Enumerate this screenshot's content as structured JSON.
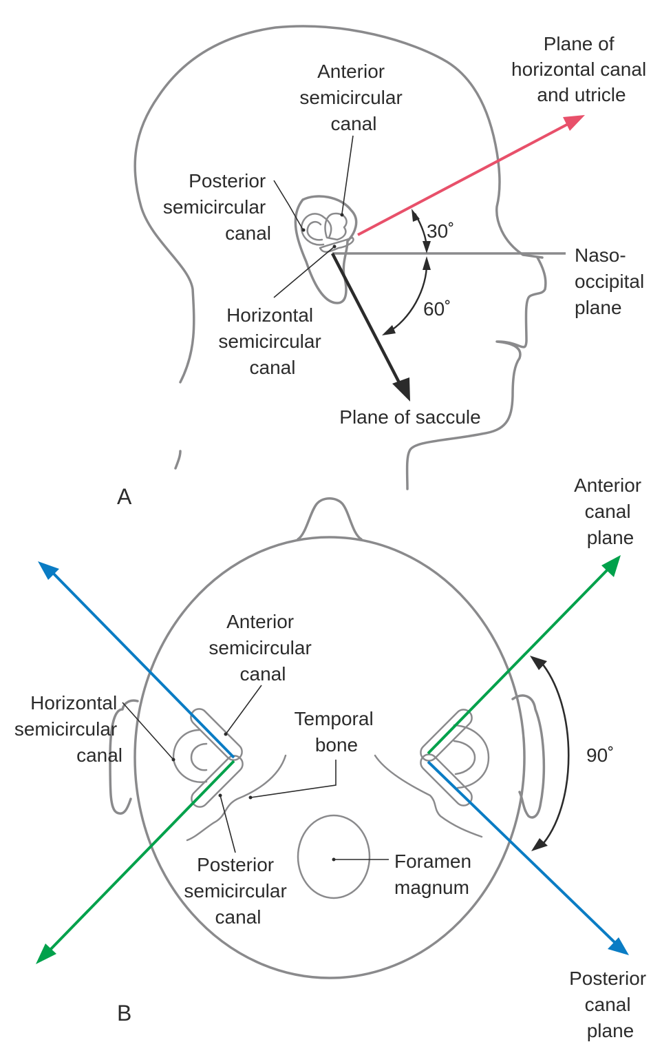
{
  "figure": {
    "panel_a": {
      "label": "A",
      "labels": {
        "plane_horizontal": [
          "Plane of",
          "horizontal canal",
          "and utricle"
        ],
        "anterior_canal": [
          "Anterior",
          "semicircular",
          "canal"
        ],
        "posterior_canal": [
          "Posterior",
          "semicircular",
          "canal"
        ],
        "horizontal_canal": [
          "Horizontal",
          "semicircular",
          "canal"
        ],
        "naso_occipital": [
          "Naso-",
          "occipital",
          "plane"
        ],
        "plane_saccule": "Plane of saccule",
        "angle_30": "30˚",
        "angle_60": "60˚"
      },
      "angles_deg": {
        "horizontal_canal_above_naso_occipital": 30,
        "saccule_below_naso_occipital": 60
      }
    },
    "panel_b": {
      "label": "B",
      "labels": {
        "anterior_canal_plane": [
          "Anterior",
          "canal",
          "plane"
        ],
        "posterior_canal_plane": [
          "Posterior",
          "canal",
          "plane"
        ],
        "anterior_canal": [
          "Anterior",
          "semicircular",
          "canal"
        ],
        "horizontal_canal": [
          "Horizontal",
          "semicircular",
          "canal"
        ],
        "posterior_canal": [
          "Posterior",
          "semicircular",
          "canal"
        ],
        "temporal_bone": [
          "Temporal",
          "bone"
        ],
        "foramen_magnum": [
          "Foramen",
          "magnum"
        ],
        "angle_90": "90˚"
      },
      "angles_deg": {
        "between_canal_planes": 90
      }
    },
    "colors": {
      "horizontal_plane": "#e8506a",
      "anterior_plane": "#00a14b",
      "posterior_plane": "#0a7cc4",
      "outline": "#8a8a8c",
      "text": "#2b2b2b"
    }
  }
}
